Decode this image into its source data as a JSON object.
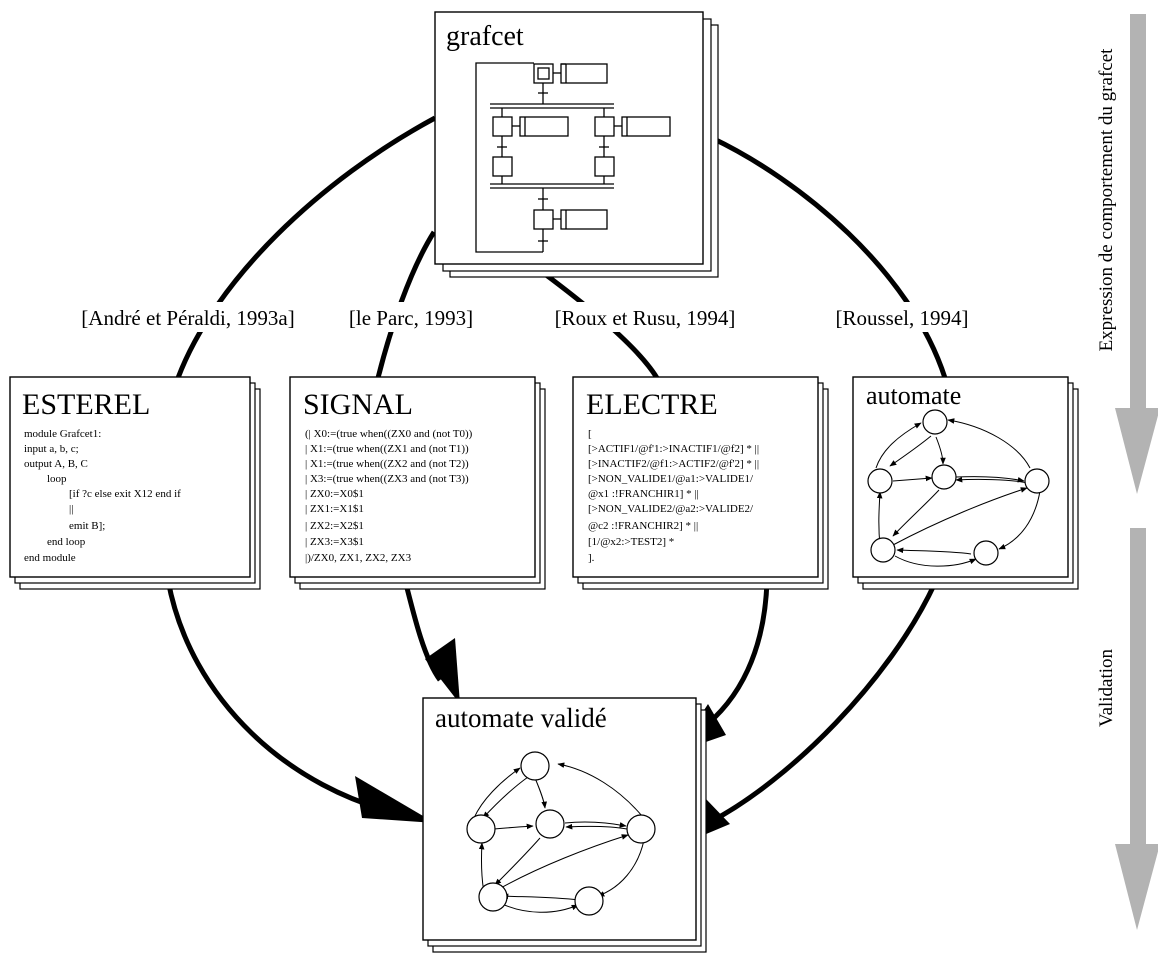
{
  "grafcet_box": {
    "title": "grafcet"
  },
  "citations": [
    "[André et Péraldi, 1993a]",
    "[le Parc, 1993]",
    "[Roux et Rusu, 1994]",
    "[Roussel, 1994]"
  ],
  "esterel": {
    "title": "ESTEREL",
    "lines": [
      "module Grafcet1:",
      "input a, b, c;",
      "output A, B, C",
      "loop",
      "[if ?c else exit X12 end if",
      "||",
      "emit B];",
      "end loop",
      "end module"
    ]
  },
  "signal": {
    "title": "SIGNAL",
    "lines": [
      "(| X0:=(true when((ZX0 and (not T0))",
      "| X1:=(true when((ZX1 and (not T1))",
      "| X1:=(true when((ZX2 and (not T2))",
      "| X3:=(true when((ZX3 and (not T3))",
      "| ZX0:=X0$1",
      "| ZX1:=X1$1",
      "| ZX2:=X2$1",
      "| ZX3:=X3$1",
      "|)/ZX0, ZX1, ZX2, ZX3"
    ]
  },
  "electre": {
    "title": "ELECTRE",
    "lines": [
      "[",
      "[>ACTIF1/@f'1:>INACTIF1/@f2] * ||",
      "[>INACTIF2/@f1:>ACTIF2/@f'2] * ||",
      "[>NON_VALIDE1/@a1:>VALIDE1/",
      "@x1 :!FRANCHIR1] * ||",
      "[>NON_VALIDE2/@a2:>VALIDE2/",
      "@c2 :!FRANCHIR2] * ||",
      "[1/@x2:>TEST2] *",
      "]."
    ]
  },
  "automate": {
    "title": "automate"
  },
  "automate_valide": {
    "title": "automate validé"
  },
  "side_labels": {
    "top": "Expression de comportement du grafcet",
    "bottom": "Validation"
  },
  "colors": {
    "line": "#000000",
    "side_arrow": "#b3b3b3",
    "paper": "#ffffff"
  }
}
